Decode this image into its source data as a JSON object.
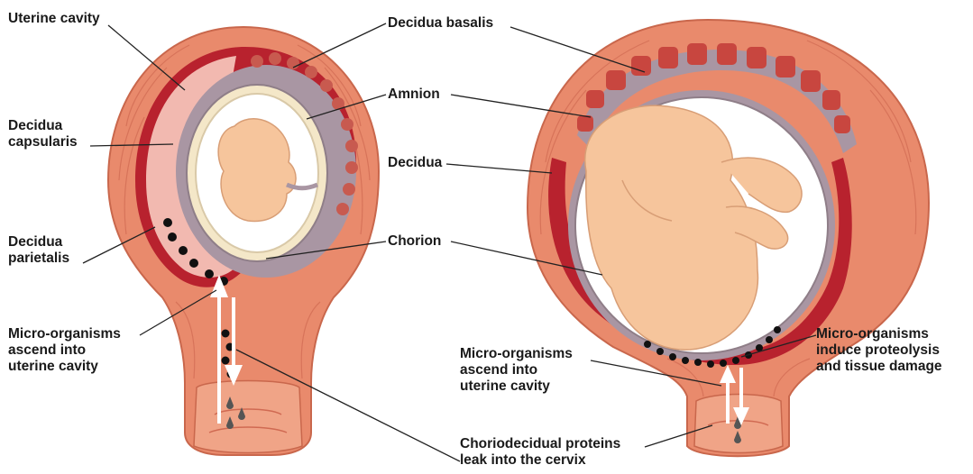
{
  "labels": {
    "uterine_cavity": "Uterine cavity",
    "decidua_capsularis": [
      "Decidua",
      "capsularis"
    ],
    "decidua_parietalis": [
      "Decidua",
      "parietalis"
    ],
    "micro_ascend_left": [
      "Micro-organisms",
      "ascend into",
      "uterine cavity"
    ],
    "decidua_basalis": "Decidua basalis",
    "amnion": "Amnion",
    "decidua": "Decidua",
    "chorion": "Chorion",
    "micro_ascend_right": [
      "Micro-organisms",
      "ascend into",
      "uterine cavity"
    ],
    "choriodecidual": [
      "Choriodecidual proteins",
      "leak into the cervix"
    ],
    "micro_proteolysis": [
      "Micro-organisms",
      "induce proteolysis",
      "and tissue damage"
    ]
  },
  "colors": {
    "uterus_wall": "#e98a6c",
    "uterus_dark": "#d76a4f",
    "decidua_red": "#b8222e",
    "decidua_gray": "#a996a3",
    "cavity_pink": "#f2b9b0",
    "fetus": "#f6c59c",
    "amnion_cream": "#f4e7c8",
    "leader": "#222222"
  }
}
